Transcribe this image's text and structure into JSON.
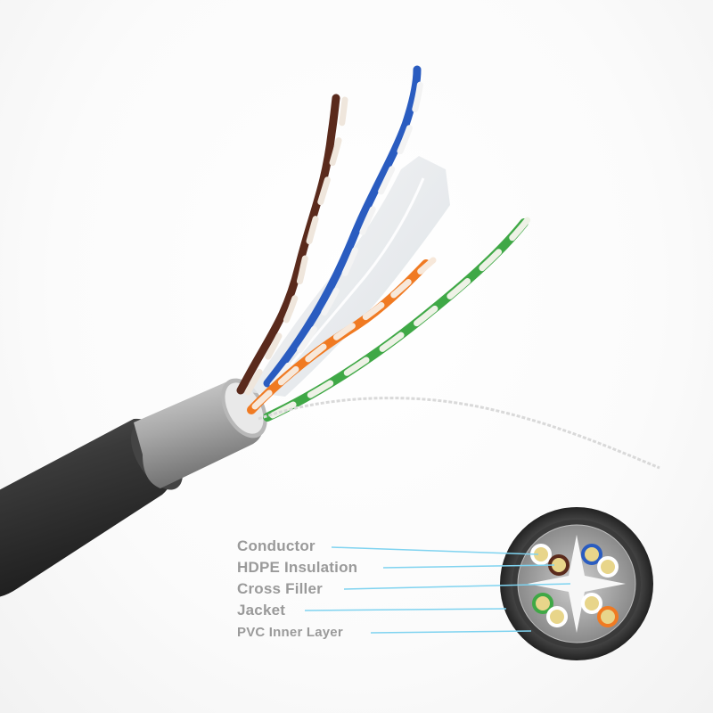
{
  "labels": {
    "conductor": "Conductor",
    "hdpe_insulation": "HDPE Insulation",
    "cross_filler": "Cross Filler",
    "jacket": "Jacket",
    "pvc_inner_layer": "PVC Inner Layer"
  },
  "colors": {
    "leader_line": "#7fd3f0",
    "label_text": "#9a9a9a",
    "jacket": "#2e2e2e",
    "foil_shield": "#9a9a9a",
    "pair_brown": "#5a2a1c",
    "pair_blue": "#2a5cc0",
    "pair_orange": "#f07a22",
    "pair_green": "#3fa846",
    "conductor_copper": "#e8d58a"
  }
}
